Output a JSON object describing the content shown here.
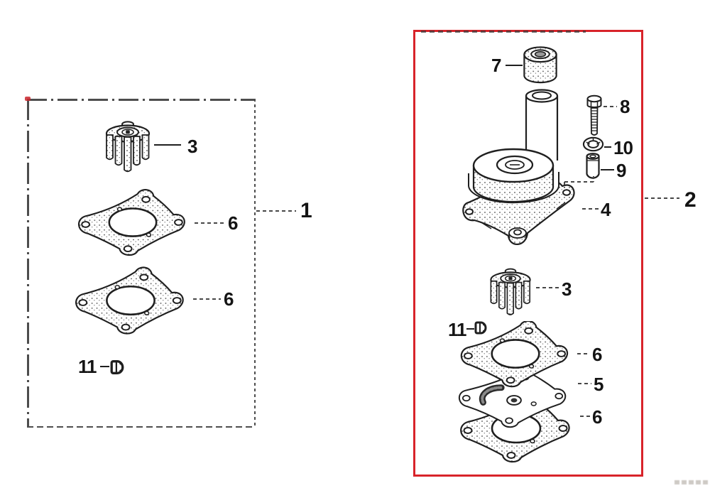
{
  "diagram": {
    "description": "Exploded water-pump parts diagram with two kit boundary boxes",
    "callouts": {
      "kit1_ref": "1",
      "kit2_ref": "2",
      "kit1_impeller": "3",
      "kit1_gasket_upper": "6",
      "kit1_gasket_lower": "6",
      "kit1_key": "11",
      "seal_ring": "7",
      "bolt": "8",
      "washer": "10",
      "collar": "9",
      "pump_case": "4",
      "kit2_impeller": "3",
      "kit2_key": "11",
      "kit2_gasket_upper": "6",
      "kit2_plate": "5",
      "kit2_gasket_lower": "6"
    },
    "colors": {
      "line": "#1f1f1f",
      "kit1_border": "#4d4d4d",
      "kit2_border": "#d8232a",
      "text": "#141414"
    }
  }
}
